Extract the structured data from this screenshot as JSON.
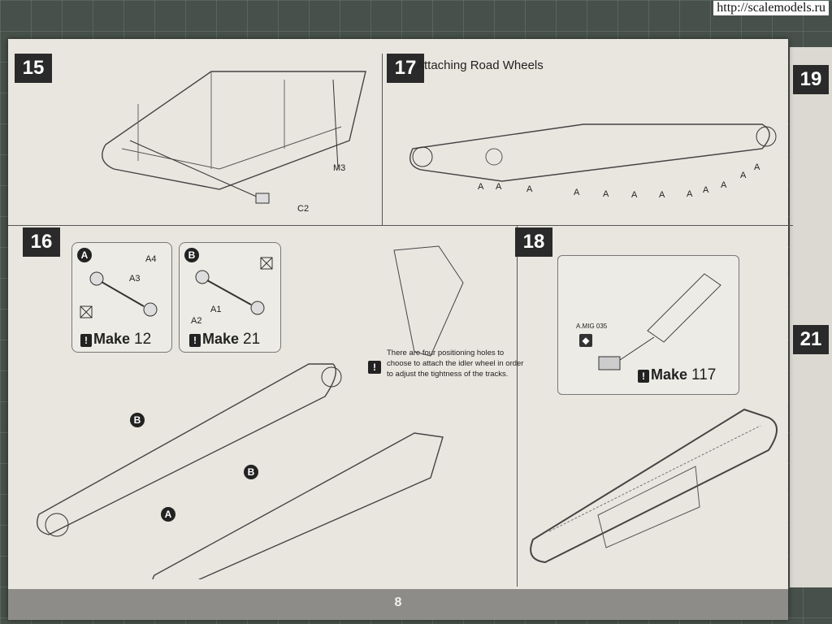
{
  "watermark": "http://scalemodels.ru",
  "page_number": "8",
  "steps": {
    "s15": {
      "number": "15",
      "labels": {
        "m3": "M3",
        "c2": "C2"
      }
    },
    "s16": {
      "number": "16",
      "box_a": {
        "badge": "A",
        "parts": [
          "A4",
          "A3"
        ],
        "make_label": "Make",
        "make_count": "12"
      },
      "box_b": {
        "badge": "B",
        "parts": [
          "A1",
          "A2"
        ],
        "make_label": "Make",
        "make_count": "21"
      },
      "note": "There are four positioning holes to choose to attach the idler wheel in order to adjust the tightness of the tracks.",
      "callouts": [
        "B",
        "B",
        "A"
      ]
    },
    "s17": {
      "number": "17",
      "title": "Attaching Road Wheels",
      "wheel_label": "A"
    },
    "s18": {
      "number": "18",
      "paint": "A.MIG 035",
      "make_label": "Make",
      "make_count": "117"
    },
    "s19": {
      "number": "19"
    },
    "s21": {
      "number": "21"
    }
  }
}
